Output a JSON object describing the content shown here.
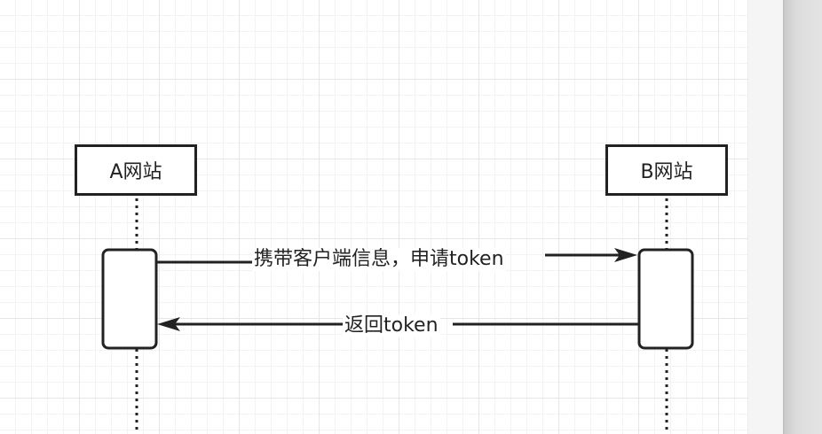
{
  "diagram": {
    "participants": [
      {
        "id": "a",
        "label": "A网站"
      },
      {
        "id": "b",
        "label": "B网站"
      }
    ],
    "messages": [
      {
        "from": "a",
        "to": "b",
        "label": "携带客户端信息，申请token"
      },
      {
        "from": "b",
        "to": "a",
        "label": "返回token"
      }
    ]
  },
  "colors": {
    "stroke": "#222222",
    "grid_major": "#e6e6e6",
    "grid_minor": "#f3f3f3",
    "background": "#ffffff"
  }
}
